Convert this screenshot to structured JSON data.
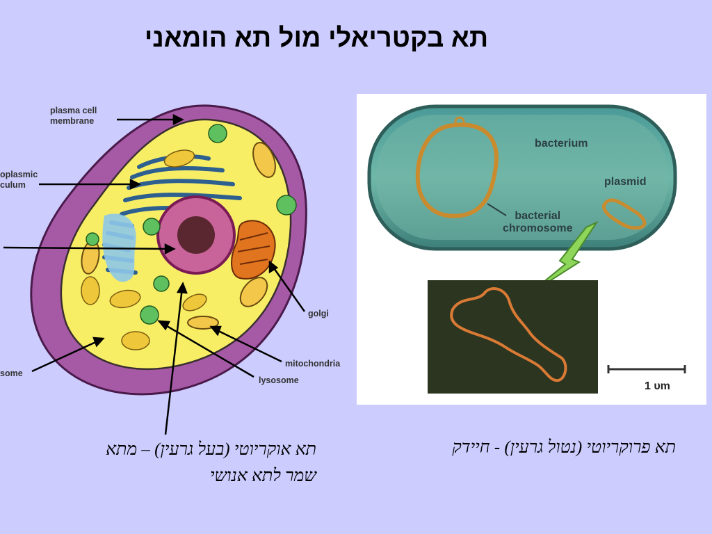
{
  "slide": {
    "title": "תא בקטריאלי מול תא הומאני"
  },
  "eukaryote": {
    "labels": {
      "plasma_membrane_line1": "plasma cell",
      "plasma_membrane_line2": "membrane",
      "er_line1": "oplasmic",
      "er_line2": "culum",
      "golgi": "golgi",
      "mitochondria": "mitochondria",
      "lysosome": "lysosome",
      "ribosome_partial": "some"
    },
    "caption_line1": "תא אוקריוטי (בעל גרעין) – מתא",
    "caption_line2": "שמר לתא אנושי"
  },
  "prokaryote": {
    "labels": {
      "bacterium": "bacterium",
      "plasmid": "plasmid",
      "chromosome_line1": "bacterial",
      "chromosome_line2": "chromosome",
      "scale": "1 υm"
    },
    "caption": "תא פרוקריוטי (נטול גרעין) - חיידק"
  }
}
